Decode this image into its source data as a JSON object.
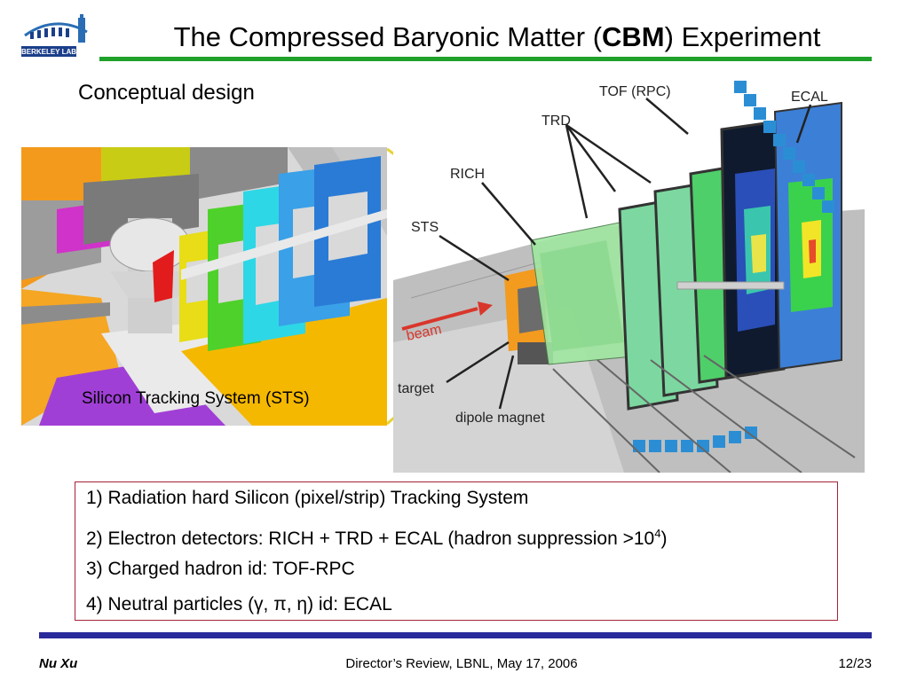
{
  "header": {
    "logo_text": "BERKELEY LAB",
    "title_prefix": "The Compressed Baryonic Matter (",
    "title_bold": "CBM",
    "title_suffix": ") Experiment",
    "rule_color": "#1fa12a"
  },
  "subtitle": "Conceptual design",
  "sts_image": {
    "caption": "Silicon Tracking  System (STS)"
  },
  "detector_image": {
    "labels": {
      "tof": "TOF (RPC)",
      "ecal": "ECAL",
      "trd": "TRD",
      "rich": "RICH",
      "sts": "STS",
      "beam": "beam",
      "target": "target",
      "magnet": "dipole magnet"
    }
  },
  "bullets": [
    {
      "text": "1) Radiation hard Silicon (pixel/strip) Tracking System"
    },
    {
      "text": "2) Electron detectors: RICH + TRD + ECAL (hadron suppression >10",
      "sup": "4",
      "tail": ")"
    },
    {
      "text": "3) Charged hadron id:  TOF-RPC"
    },
    {
      "text": "4) Neutral particles (γ, π, η) id:  ECAL"
    }
  ],
  "footer": {
    "author": "Nu Xu",
    "event": "Director’s Review, LBNL, May 17,  2006",
    "page": "12/23"
  },
  "colors": {
    "box_border": "#a5223a",
    "bottom_rule": "#2a2b9a",
    "beam_arrow": "#d9362b"
  }
}
